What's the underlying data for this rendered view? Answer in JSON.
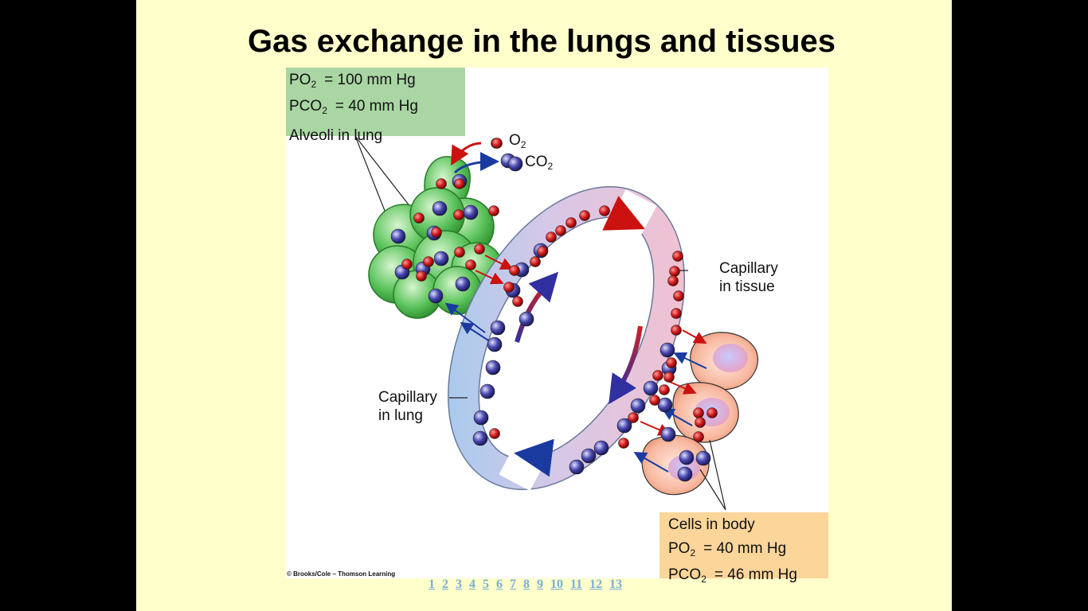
{
  "slide": {
    "title": "Gas exchange in the lungs and tissues"
  },
  "diagram": {
    "lung_box": {
      "po2_label": "PO",
      "po2_sub": "2",
      "po2_value": "= 100 mm Hg",
      "pco2_label": "PCO",
      "pco2_sub": "2",
      "pco2_value": "= 40 mm Hg",
      "caption": "Alveoli in lung"
    },
    "body_box": {
      "caption": "Cells in body",
      "po2_label": "PO",
      "po2_sub": "2",
      "po2_value": "= 40 mm Hg",
      "pco2_label": "PCO",
      "pco2_sub": "2",
      "pco2_value": "= 46 mm Hg"
    },
    "legend": {
      "o2": "O",
      "o2_sub": "2",
      "co2": "CO",
      "co2_sub": "2"
    },
    "labels": {
      "capillary_tissue_1": "Capillary",
      "capillary_tissue_2": "in tissue",
      "capillary_lung_1": "Capillary",
      "capillary_lung_2": "in lung"
    },
    "credit": "© Brooks/Cole – Thomson Learning",
    "colors": {
      "o2_molecule": "#d42020",
      "co2_molecule": "#4848b0",
      "alveoli": "#5cc45c",
      "lung_box": "#a9d6a3",
      "body_box": "#fbd59a",
      "slide_background": "#ffffcc"
    }
  },
  "pager": {
    "pages": [
      "1",
      "2",
      "3",
      "4",
      "5",
      "6",
      "7",
      "8",
      "9",
      "10",
      "11",
      "12",
      "13"
    ]
  }
}
